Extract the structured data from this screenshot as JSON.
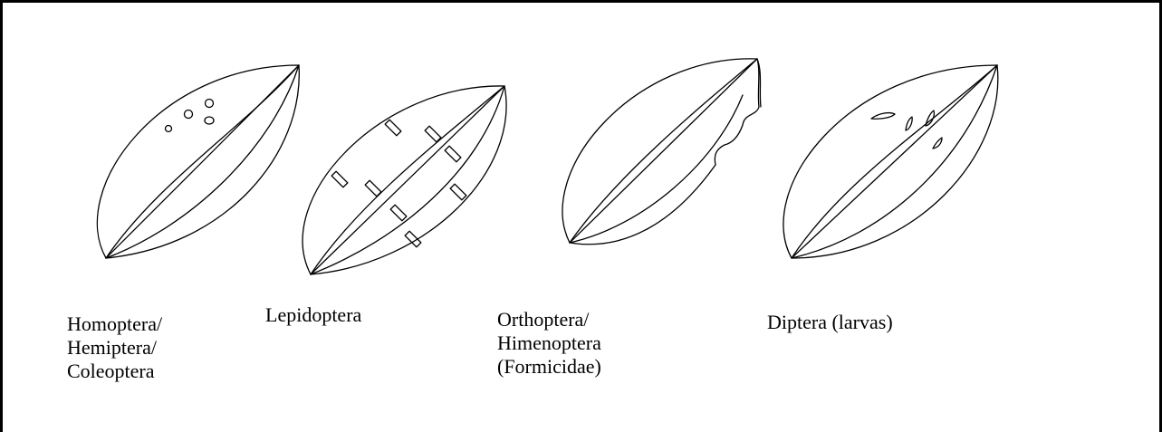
{
  "figure": {
    "panels": [
      {
        "id": "homoptera",
        "caption": "Homoptera/\nHemiptera/\nColeoptera",
        "damage_icon": "round-holes"
      },
      {
        "id": "lepidoptera",
        "caption": "Lepidoptera",
        "damage_icon": "rectangular-holes"
      },
      {
        "id": "orthoptera",
        "caption": "Orthoptera/\nHimenoptera\n(Formicidae)",
        "damage_icon": "edge-cut"
      },
      {
        "id": "diptera",
        "caption": "Diptera (larvas)",
        "damage_icon": "leaf-mines"
      }
    ]
  }
}
